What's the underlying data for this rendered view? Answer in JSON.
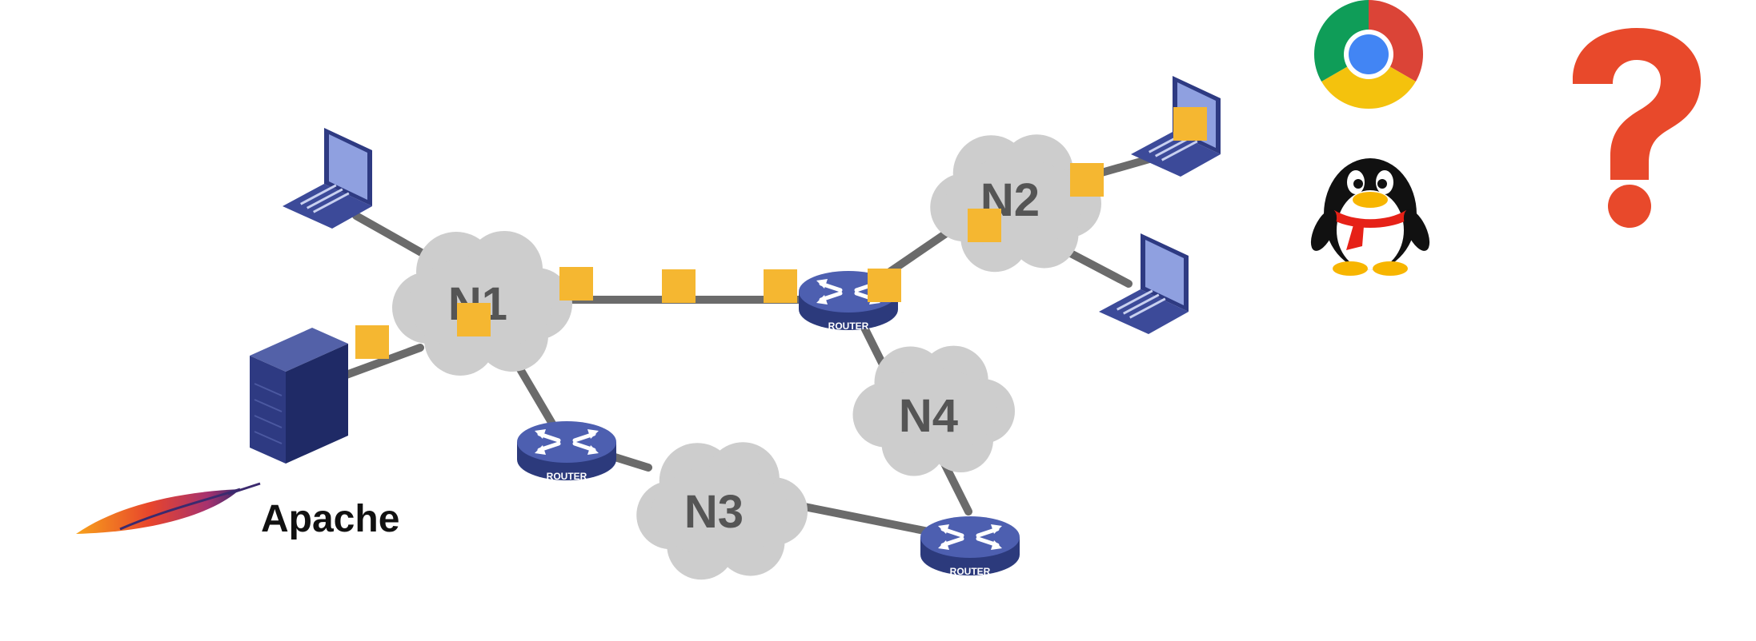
{
  "diagram": {
    "clouds": [
      {
        "id": "n1",
        "label": "N1"
      },
      {
        "id": "n2",
        "label": "N2"
      },
      {
        "id": "n3",
        "label": "N3"
      },
      {
        "id": "n4",
        "label": "N4"
      }
    ],
    "routers": [
      {
        "id": "r-top",
        "label": "ROUTER"
      },
      {
        "id": "r-left",
        "label": "ROUTER"
      },
      {
        "id": "r-bottom",
        "label": "ROUTER"
      }
    ],
    "apache": {
      "label": "Apache"
    },
    "icons": [
      "laptop-icon",
      "server-icon",
      "router-icon",
      "packet-icon",
      "apache-feather-icon",
      "chrome-icon",
      "qq-penguin-icon",
      "question-mark-icon"
    ],
    "colors": {
      "cloud": "#cdcdcd",
      "link": "#6b6b6b",
      "packet": "#f5b731",
      "router": "#3f4f9a",
      "device": "#2e3a82",
      "question": "#e8492b"
    }
  }
}
